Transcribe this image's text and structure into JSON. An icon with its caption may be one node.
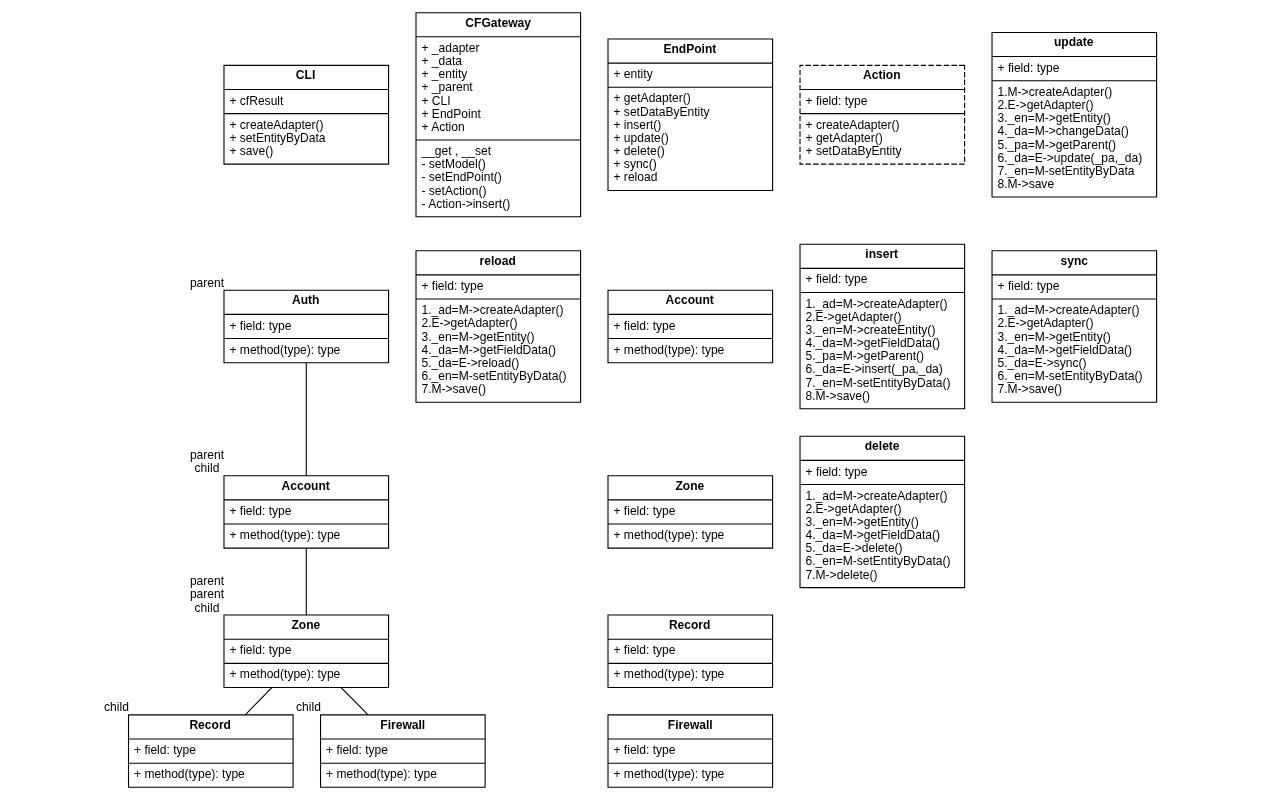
{
  "diagram": {
    "nodes": [
      {
        "text": [
          "CLI",
          "+ cfResult",
          "+ createAdapter() + setEntityByData + save()"
        ]
      },
      {
        "text": [
          "CFGateway",
          "+ _adapter + _data + _entity + _parent + CLI + EndPoint + Action",
          "__get , __set - setModel() - setEndPoint() - setAction() - Action->insert()"
        ]
      },
      {
        "text": [
          "EndPoint",
          "+ entity",
          "+ getAdapter() + setDataByEntity + insert() + update() + delete() + sync() + reload"
        ]
      },
      {
        "text": [
          "Auth",
          "+ field: type",
          "+ method(type): type"
        ],
        "beside": [
          "parent"
        ]
      },
      {
        "text": [
          "Action",
          "+ field: type",
          "+ createAdapter() + getAdapter() + setDataByEntity"
        ]
      },
      {
        "text": [
          "Account",
          "+ field: type",
          "+ method(type): type"
        ],
        "beside": [
          "parent",
          "child"
        ]
      },
      {
        "text": [
          "insert",
          "+ field: type",
          "1._ad=M->createAdapter() 2.E->getAdapter() 3._en=M->createEntity() 4._da=M->getFieldData() 5._pa=M->getParent() 6._da=E->insert(_pa,_da) 7._en=M-setEntityByData() 8.M->save()"
        ]
      },
      {
        "text": [
          "update",
          "+ field: type",
          "1.M->createAdapter() 2.E->getAdapter() 3._en=M->getEntity() 4._da=M->changeData() 5._pa=M->getParent() 6._da=E->update(_pa,_da) 7._en=M-setEntityByData 8.M->save"
        ]
      },
      {
        "text": [
          "Account",
          "+ field: type",
          "+ method(type): type"
        ]
      },
      {
        "text": [
          "Zone",
          "+ field: type",
          "+ method(type): type"
        ],
        "beside": [
          "parent",
          "parent",
          "child"
        ]
      },
      {
        "text": [
          "Zone",
          "+ field: type",
          "+ method(type): type"
        ]
      },
      {
        "text": [
          "Record",
          "+ field: type",
          "+ method(type): type"
        ]
      },
      {
        "text": [
          "delete",
          "+ field: type",
          "1._ad=M->createAdapter() 2.E->getAdapter() 3._en=M->getEntity() 4._da=M->getFieldData() 5._da=E->delete() 6._en=M-setEntityByData() 7.M->delete()"
        ]
      },
      {
        "text": [
          "sync",
          "+ field: type",
          "1._ad=M->createAdapter() 2.E->getAdapter() 3._en=M->getEntity() 4._da=M->getFieldData() 5._da=E->sync() 6._en=M-setEntityByData() 7.M->save()"
        ]
      },
      {
        "text": [
          "reload",
          "+ field: type",
          "1._ad=M->createAdapter() 2.E->getAdapter() 3._en=M->getEntity() 4._da=M->getFieldData() 5._da=E->reload() 6._en=M-setEntityByData() 7.M->save()"
        ]
      },
      {
        "text": [
          "Record",
          "+ field: type",
          "+ method(type): type"
        ],
        "beside": [
          "child"
        ]
      },
      {
        "text": [
          "Firewall",
          "+ field: type",
          "+ method(type): type"
        ]
      },
      {
        "text": [
          "Firewall",
          "+ field: type",
          "+ method(type): type"
        ],
        "beside": [
          "child"
        ]
      }
    ],
    "edges": [
      {
        "from": 3,
        "to": 5,
        "arrow": "none"
      },
      {
        "from": 5,
        "to": 9,
        "arrow": "none"
      },
      {
        "from": 9,
        "to": 15,
        "arrow": "none"
      },
      {
        "from": 9,
        "to": 17,
        "arrow": "none"
      }
    ]
  }
}
